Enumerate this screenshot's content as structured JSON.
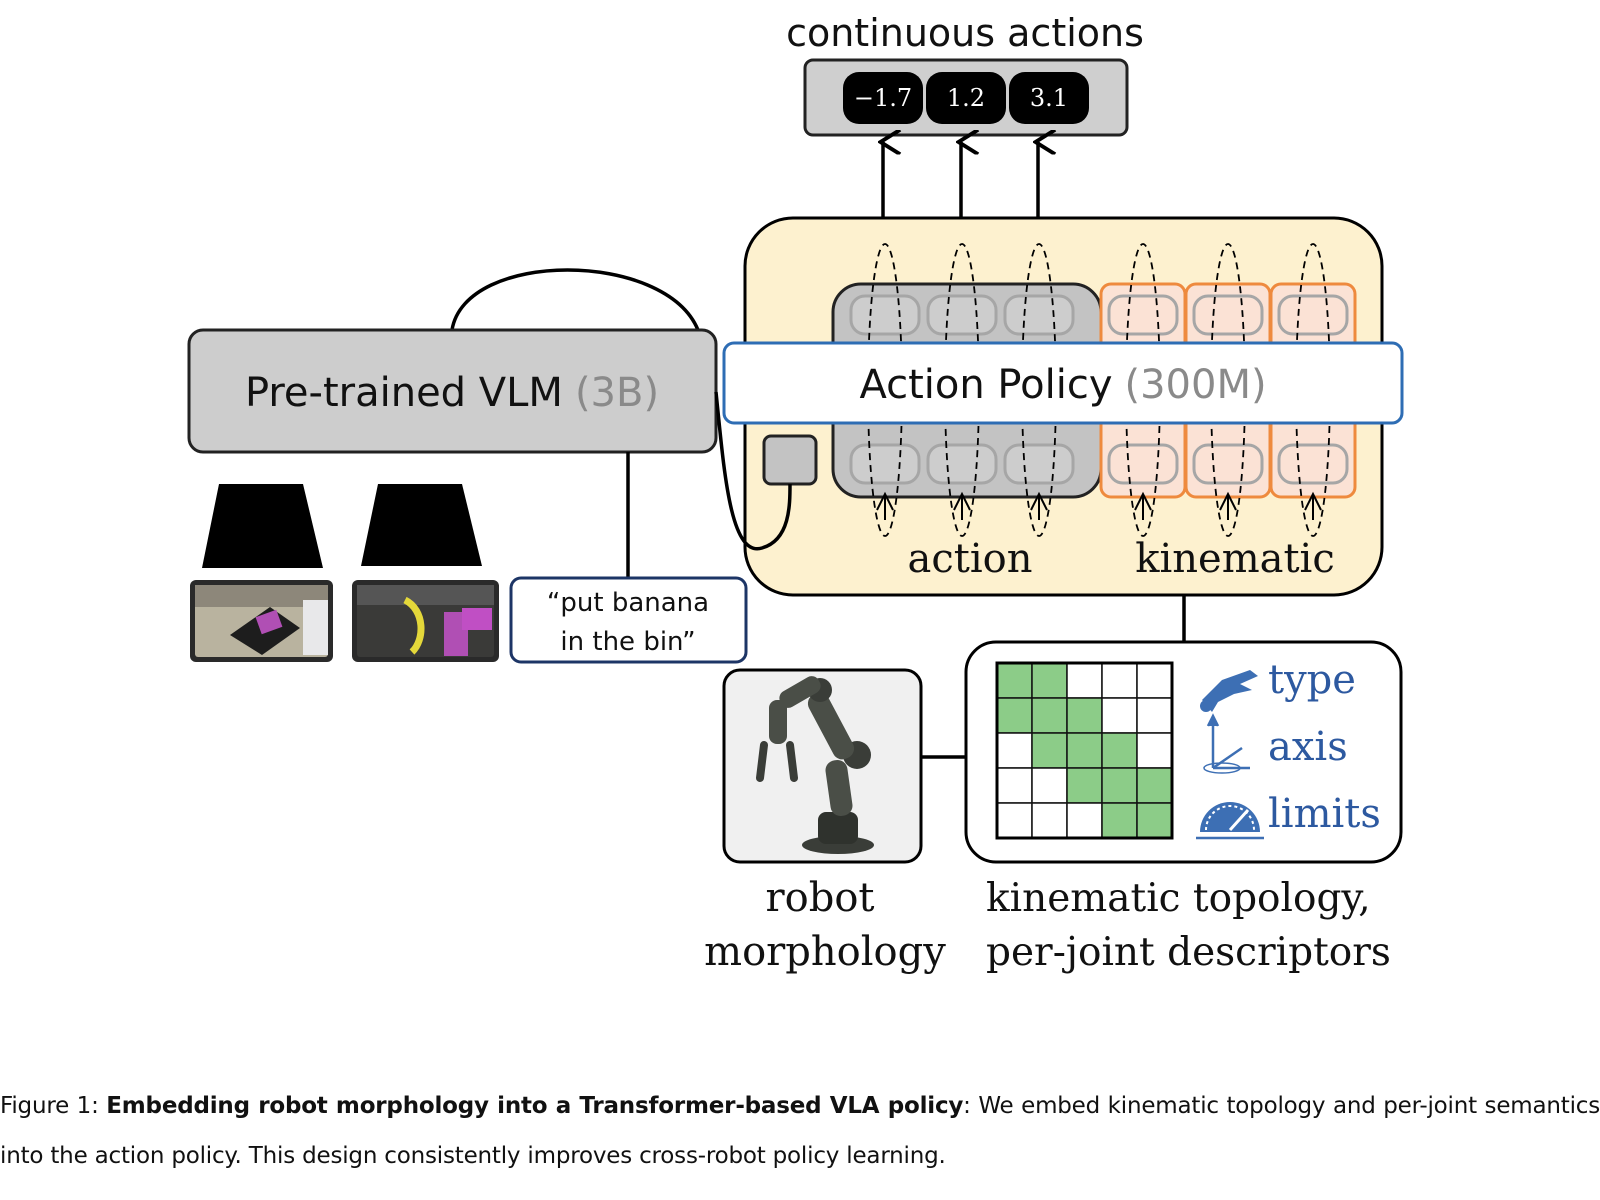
{
  "diagram": {
    "top_label": "continuous actions",
    "action_values": [
      "−1.7",
      "1.2",
      "3.1"
    ],
    "vlm": {
      "name": "Pre-trained VLM",
      "size": "(3B)"
    },
    "policy": {
      "name": "Action Policy",
      "size": "(300M)"
    },
    "token_group_labels": [
      "action",
      "kinematic"
    ],
    "instruction_lines": [
      "“put banana",
      "in the bin”"
    ],
    "robot_caption_lines": [
      "robot",
      "morphology"
    ],
    "descriptor_caption_lines": [
      "kinematic topology,",
      "per-joint descriptors"
    ],
    "descriptor_items": [
      {
        "label": "type",
        "icon": "gripper-icon"
      },
      {
        "label": "axis",
        "icon": "axis-icon"
      },
      {
        "label": "limits",
        "icon": "gauge-icon"
      }
    ],
    "adjacency_matrix": [
      [
        1,
        1,
        0,
        0,
        0
      ],
      [
        1,
        1,
        1,
        0,
        0
      ],
      [
        0,
        1,
        1,
        1,
        0
      ],
      [
        0,
        0,
        1,
        1,
        1
      ],
      [
        0,
        0,
        0,
        1,
        1
      ]
    ],
    "colors": {
      "policy_bg": "#fdf1cf",
      "policy_border": "#2e6db4",
      "token_gray": "#c7c7c7",
      "token_orange_fill": "#fbe2d5",
      "token_orange_border": "#ee8a3e",
      "matrix_green": "#8ccc88",
      "icon_blue": "#3d6fb4",
      "instruction_border": "#1d3566"
    }
  },
  "caption": {
    "prefix": "Figure 1: ",
    "title": "Embedding robot morphology into a Transformer-based VLA policy",
    "body": ": We embed kinematic topology and per-joint semantics into the action policy. This design consistently improves cross-robot policy learning."
  }
}
